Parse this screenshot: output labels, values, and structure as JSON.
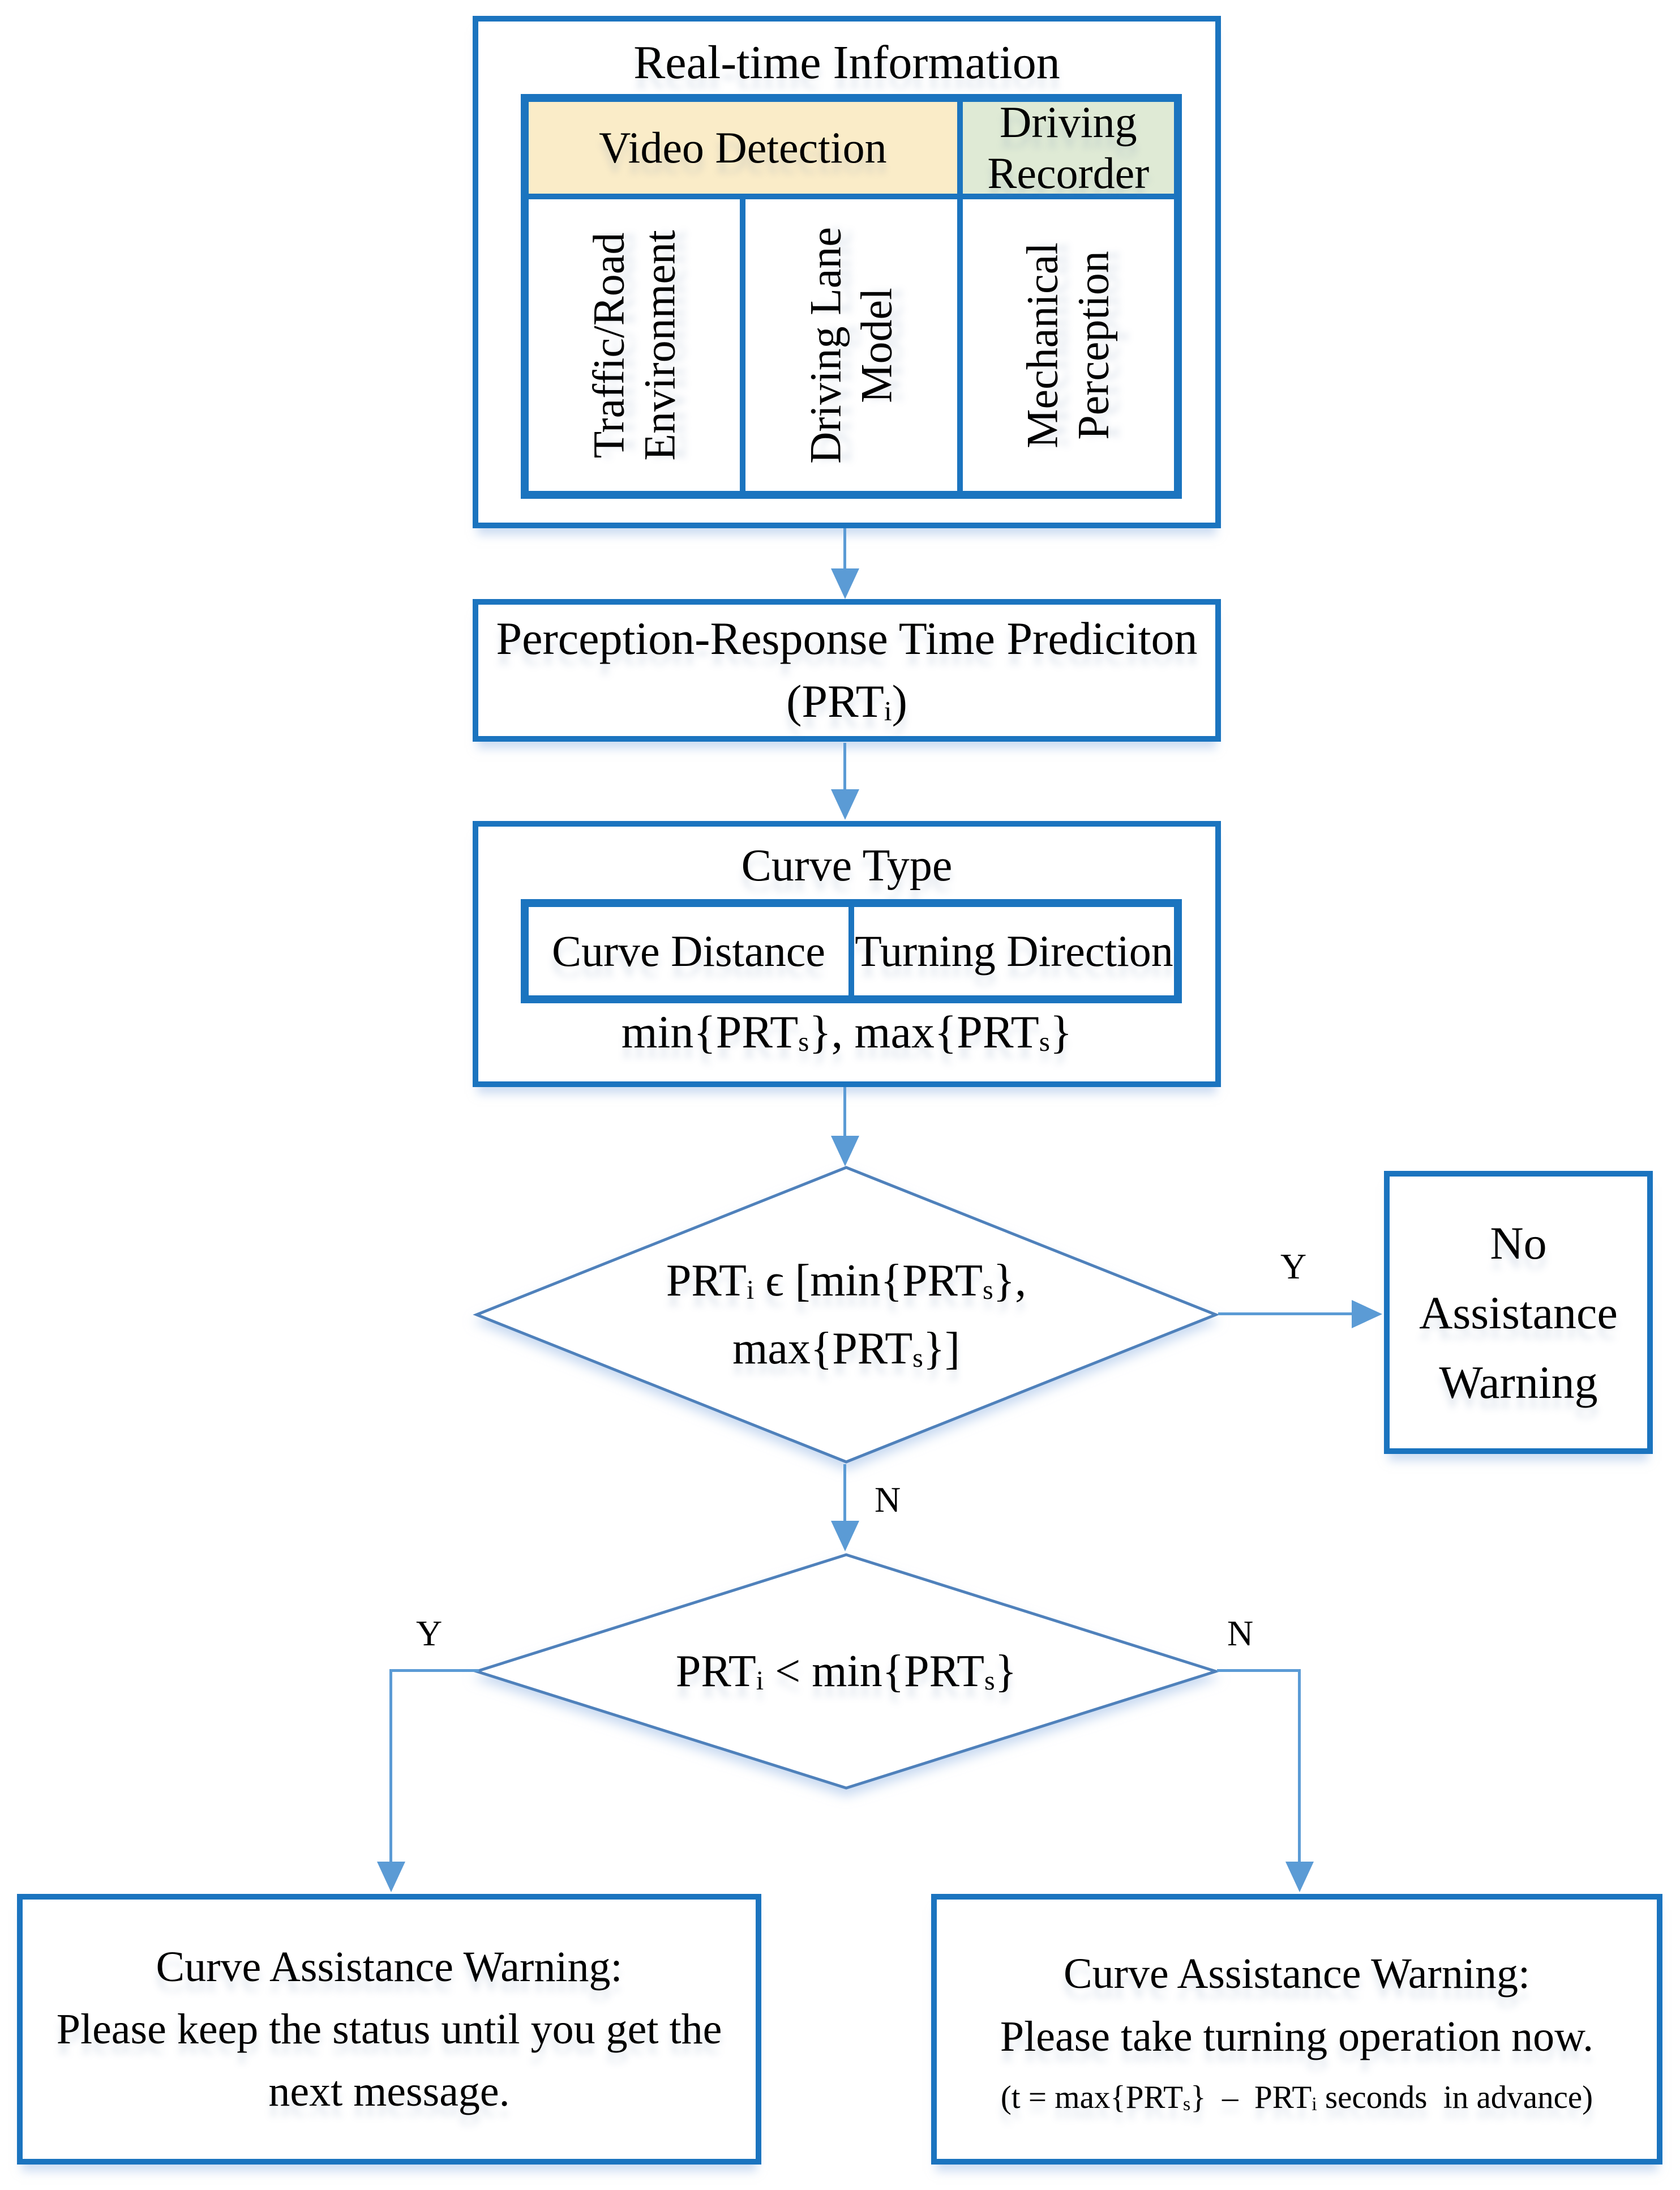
{
  "colors": {
    "box_border_blue": "#1B74BF",
    "connector_blue": "#5B9BD5",
    "diamond_stroke_blue": "#4F81BB",
    "video_header_fill": "#FAECC8",
    "recorder_header_fill": "#DFEAD5",
    "text": "#000000",
    "background": "#FFFFFF"
  },
  "realtime": {
    "title": "Real-time Information",
    "header": {
      "video": "Video Detection",
      "recorder_lines": [
        "Driving",
        "Recorder"
      ]
    },
    "columns": [
      {
        "lines": [
          "Traffic/Road",
          "Environment"
        ]
      },
      {
        "lines": [
          "Driving Lane",
          "Model"
        ]
      },
      {
        "lines": [
          "Mechanical",
          "Perception"
        ]
      }
    ]
  },
  "prt": {
    "line1": "Perception-Response Time Prediciton",
    "line2_html": "(PRT<sub>i</sub>)"
  },
  "curve": {
    "title": "Curve Type",
    "cells": [
      "Curve Distance",
      "Turning Direction"
    ],
    "minmax_html": "min{PRT<sub>s</sub>}, max{PRT<sub>s</sub>}"
  },
  "decision1": {
    "line1_html": "PRT<sub>i</sub> ϵ [min{PRT<sub>s</sub>},",
    "line2_html": "max{PRT<sub>s</sub>}]",
    "yes": "Y",
    "no": "N"
  },
  "no_assistance": {
    "lines": [
      "No",
      "Assistance",
      "Warning"
    ]
  },
  "decision2": {
    "text_html": "PRT<sub>i</sub> &lt; min{PRT<sub>s</sub>}",
    "yes": "Y",
    "no": "N"
  },
  "warning_keep": {
    "lines": [
      "Curve Assistance Warning:",
      "Please keep the status until you get the",
      "next message."
    ]
  },
  "warning_turn": {
    "lines": [
      "Curve Assistance Warning:",
      "Please take turning operation now."
    ],
    "note_html": "(t = max{PRT<sub>s</sub>}&nbsp; – &nbsp;PRT<sub>i</sub> seconds&nbsp; in advance)"
  }
}
